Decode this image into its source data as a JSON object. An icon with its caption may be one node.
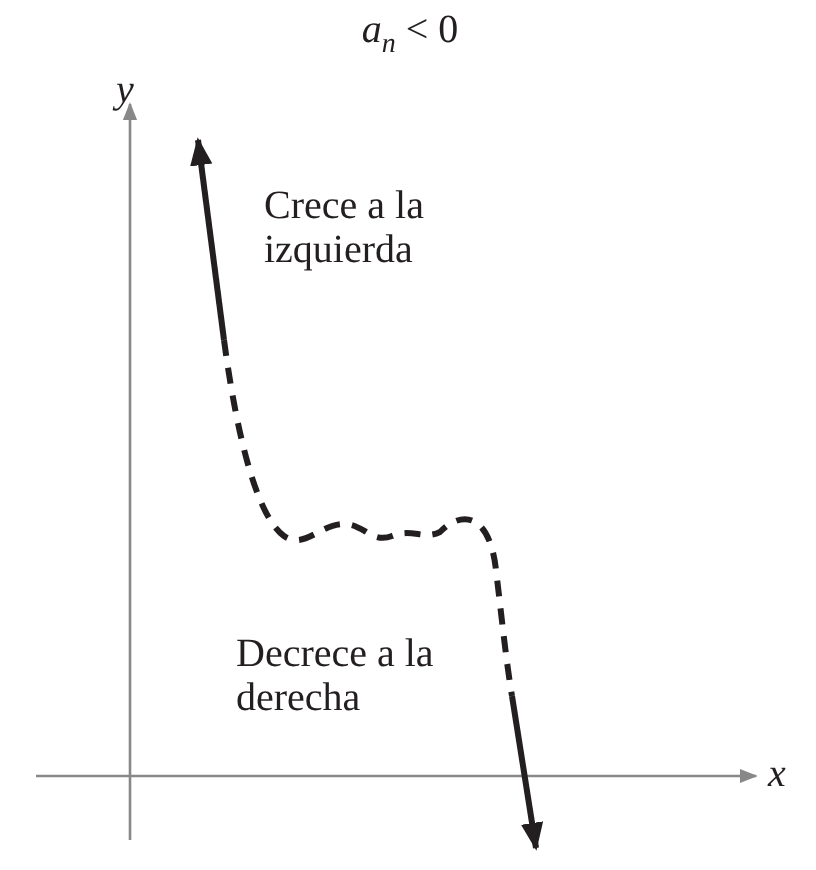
{
  "diagram": {
    "title": "*a*$_{n}$ < 0",
    "labels": [
      "y",
      "Crece a la izquierda",
      "Decrece a la derecha",
      "x"
    ]
  }
}
